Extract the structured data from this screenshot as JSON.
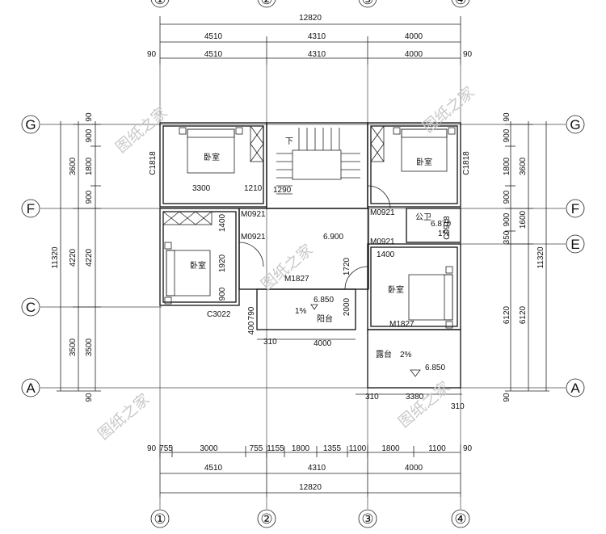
{
  "axes_vertical": [
    "①",
    "②",
    "③",
    "④"
  ],
  "axes_horizontal": [
    "G",
    "F",
    "E",
    "C",
    "A"
  ],
  "dims": {
    "total_width": "12820",
    "bay_1": "4510",
    "bay_2": "4310",
    "bay_3": "4000",
    "edge_90": "90",
    "bottom_detail": [
      "755",
      "3000",
      "755",
      "1155",
      "1800",
      "1355",
      "1100",
      "1800",
      "1100"
    ],
    "left_outer": [
      "900",
      "1800",
      "900",
      "4220",
      "3500"
    ],
    "left_inner": [
      "3600",
      "4220",
      "3500"
    ],
    "left_total": "11320",
    "right_outer": [
      "900",
      "1800",
      "900",
      "900",
      "350",
      "1600"
    ],
    "right_inner": [
      "3600",
      "6120"
    ],
    "right_total": "11320",
    "interior": [
      "3300",
      "1210",
      "1290",
      "1400",
      "1920",
      "900",
      "1720",
      "2000",
      "790",
      "400",
      "310",
      "4000",
      "1400",
      "310",
      "3380",
      "310"
    ]
  },
  "rooms": {
    "bedroom": "卧室",
    "toilet": "公卫",
    "balcony": "阳台",
    "terrace": "露台"
  },
  "doors": [
    "M0921",
    "M0921",
    "M0921",
    "M0921",
    "M1827",
    "M1827"
  ],
  "windows": [
    "C1818",
    "C1818",
    "C3022",
    "C0918"
  ],
  "levels": [
    "6.900",
    "6.870",
    "6.850",
    "6.850"
  ],
  "slopes": [
    "1%",
    "1%",
    "2%"
  ],
  "stair_mark": "下",
  "watermark": "图纸之家"
}
